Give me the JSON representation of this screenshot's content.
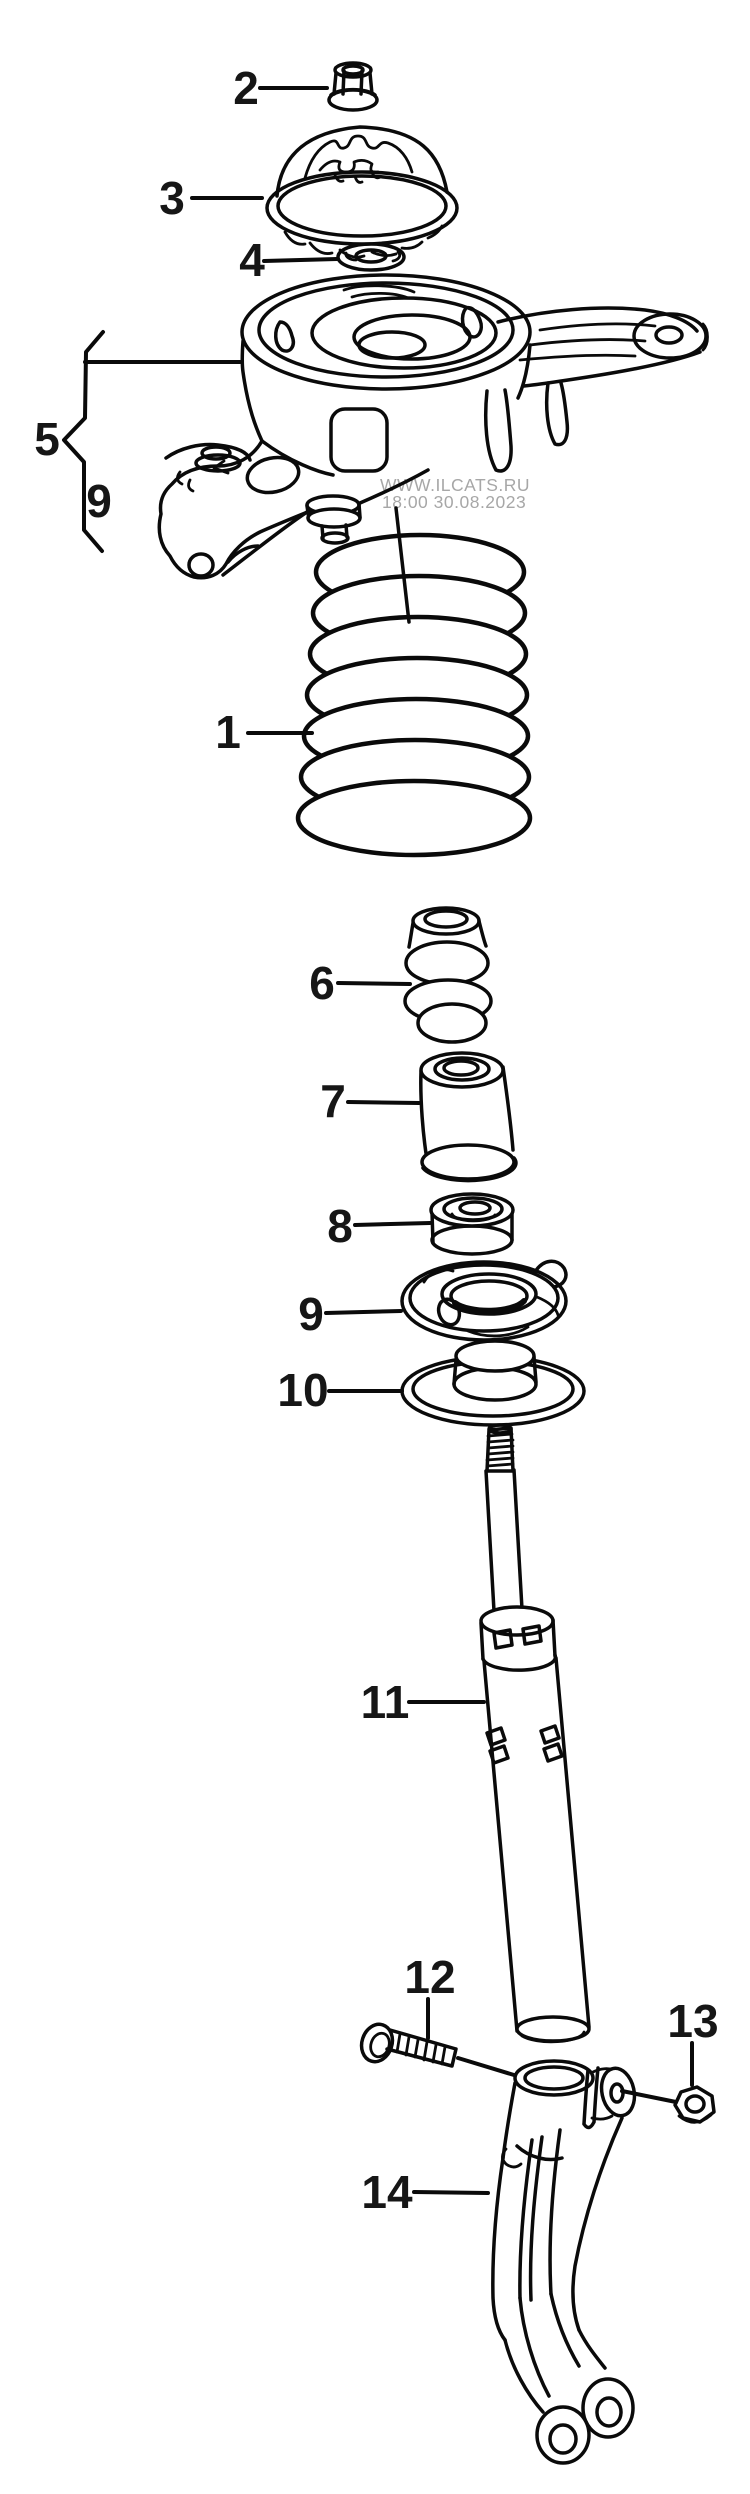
{
  "watermark": {
    "line1": "WWW.ILCATS.RU",
    "line2": "18:00 30.08.2023"
  },
  "callouts": [
    {
      "label": "2"
    },
    {
      "label": "3"
    },
    {
      "label": "4"
    },
    {
      "label": "5"
    },
    {
      "label": "9"
    },
    {
      "label": "1"
    },
    {
      "label": "6"
    },
    {
      "label": "7"
    },
    {
      "label": "8"
    },
    {
      "label": "9"
    },
    {
      "label": "10"
    },
    {
      "label": "11"
    },
    {
      "label": "12"
    },
    {
      "label": "13"
    },
    {
      "label": "14"
    }
  ],
  "colors": {
    "line": "#0a0a0a",
    "label": "#161616",
    "watermark": "#a7a7a7",
    "bg": "#ffffff"
  }
}
